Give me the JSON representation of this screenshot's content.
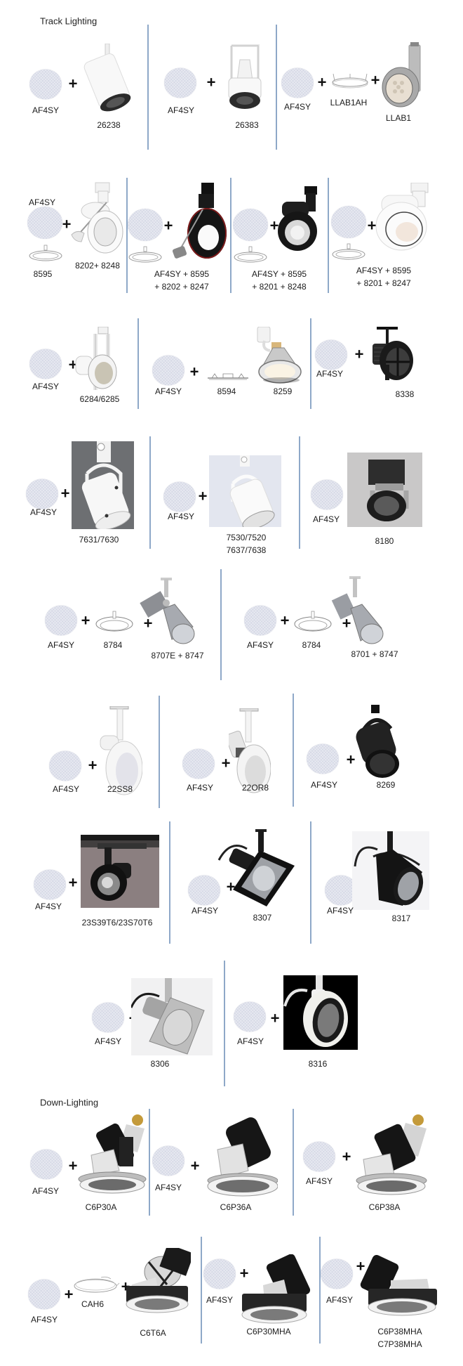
{
  "sections": {
    "track": {
      "title": "Track Lighting"
    },
    "down": {
      "title": "Down-Lighting"
    }
  },
  "common": {
    "disc_label": "AF4SY",
    "plus": "+"
  },
  "colors": {
    "divider": "#8ea8c8",
    "disc": "#d6d9e6",
    "text": "#1c1c1c"
  },
  "rows": [
    {
      "groups": [
        {
          "fixture": "26238"
        },
        {
          "fixture": "26383"
        },
        {
          "adapter": "LLAB1AH",
          "fixture": "LLAB1"
        }
      ]
    },
    {
      "groups": [
        {
          "adapter": "8595",
          "fixture": "8202+ 8248"
        },
        {
          "label_lines": [
            "AF4SY + 8595",
            "+ 8202 + 8247"
          ]
        },
        {
          "label_lines": [
            "AF4SY + 8595",
            "+ 8201 + 8248"
          ]
        },
        {
          "label_lines": [
            "AF4SY + 8595",
            "+ 8201 + 8247"
          ]
        }
      ]
    },
    {
      "groups": [
        {
          "fixture": "6284/6285"
        },
        {
          "adapter": "8594",
          "fixture": "8259"
        },
        {
          "fixture": "8338"
        }
      ]
    },
    {
      "groups": [
        {
          "fixture": "7631/7630"
        },
        {
          "fixture_lines": [
            "7530/7520",
            "7637/7638"
          ]
        },
        {
          "fixture": "8180"
        }
      ]
    },
    {
      "groups": [
        {
          "adapter": "8784",
          "fixture": "8707E + 8747"
        },
        {
          "adapter": "8784",
          "fixture": "8701 + 8747"
        }
      ]
    },
    {
      "groups": [
        {
          "fixture": "22SS8"
        },
        {
          "fixture": "22OR8"
        },
        {
          "fixture": "8269"
        }
      ]
    },
    {
      "groups": [
        {
          "fixture": "23S39T6/23S70T6"
        },
        {
          "fixture": "8307"
        },
        {
          "fixture": "8317"
        }
      ]
    },
    {
      "groups": [
        {
          "fixture": "8306"
        },
        {
          "fixture": "8316"
        }
      ]
    },
    {
      "groups": [
        {
          "fixture": "C6P30A"
        },
        {
          "fixture": "C6P36A"
        },
        {
          "fixture": "C6P38A"
        }
      ]
    },
    {
      "groups": [
        {
          "adapter": "CAH6",
          "fixture": "C6T6A"
        },
        {
          "fixture": "C6P30MHA"
        },
        {
          "fixture_lines": [
            "C6P38MHA",
            "C7P38MHA"
          ]
        }
      ]
    }
  ]
}
